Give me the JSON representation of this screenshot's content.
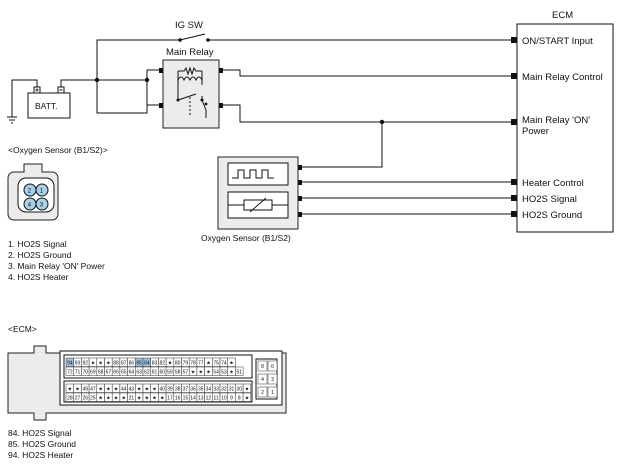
{
  "ecm": {
    "title": "ECM",
    "pins": [
      "ON/START Input",
      "Main Relay Control",
      "Main Relay 'ON'",
      "Power",
      "Heater Control",
      "HO2S  Signal",
      "HO2S  Ground"
    ]
  },
  "components": {
    "ig_switch": "IG SW",
    "main_relay": "Main Relay",
    "battery": "BATT.",
    "oxygen_sensor": "Oxygen Sensor (B1/S2)"
  },
  "sensor_connector": {
    "title": "<Oxygen Sensor (B1/S2)>",
    "pin_numbers": [
      "1",
      "2",
      "3",
      "4"
    ],
    "legend": [
      "1. HO2S Signal",
      "2. HO2S Ground",
      "3. Main Relay 'ON' Power",
      "4. HO2S Heater"
    ]
  },
  "ecm_connector": {
    "title": "<ECM>",
    "row1": [
      "94",
      "93",
      "92",
      "★",
      "★",
      "★",
      "88",
      "87",
      "86",
      "85",
      "84",
      "83",
      "82",
      "★",
      "80",
      "79",
      "78",
      "77",
      "★",
      "75",
      "74",
      "★"
    ],
    "row2": [
      "72",
      "71",
      "70",
      "69",
      "68",
      "67",
      "66",
      "65",
      "64",
      "63",
      "62",
      "61",
      "60",
      "59",
      "58",
      "57",
      "★",
      "★",
      "★",
      "54",
      "53",
      "★",
      "51"
    ],
    "row3": [
      "★",
      "★",
      "49",
      "47",
      "★",
      "★",
      "★",
      "44",
      "43",
      "★",
      "★",
      "★",
      "40",
      "39",
      "38",
      "37",
      "36",
      "35",
      "34",
      "33",
      "32",
      "31",
      "30",
      "★"
    ],
    "row4": [
      "28",
      "27",
      "26",
      "25",
      "★",
      "★",
      "★",
      "★",
      "21",
      "★",
      "★",
      "★",
      "★",
      "17",
      "16",
      "15",
      "14",
      "13",
      "12",
      "11",
      "10",
      "9",
      "8",
      "★"
    ],
    "side_pins": [
      "8",
      "6",
      "4",
      "3",
      "2",
      "1"
    ],
    "legend": [
      "84. HO2S Signal",
      "85. HO2S Ground",
      "94. HO2S Heater"
    ]
  },
  "colors": {
    "line": "#111111",
    "connector_fill": "#ececec",
    "highlight_pin": "#9fc3e0"
  }
}
